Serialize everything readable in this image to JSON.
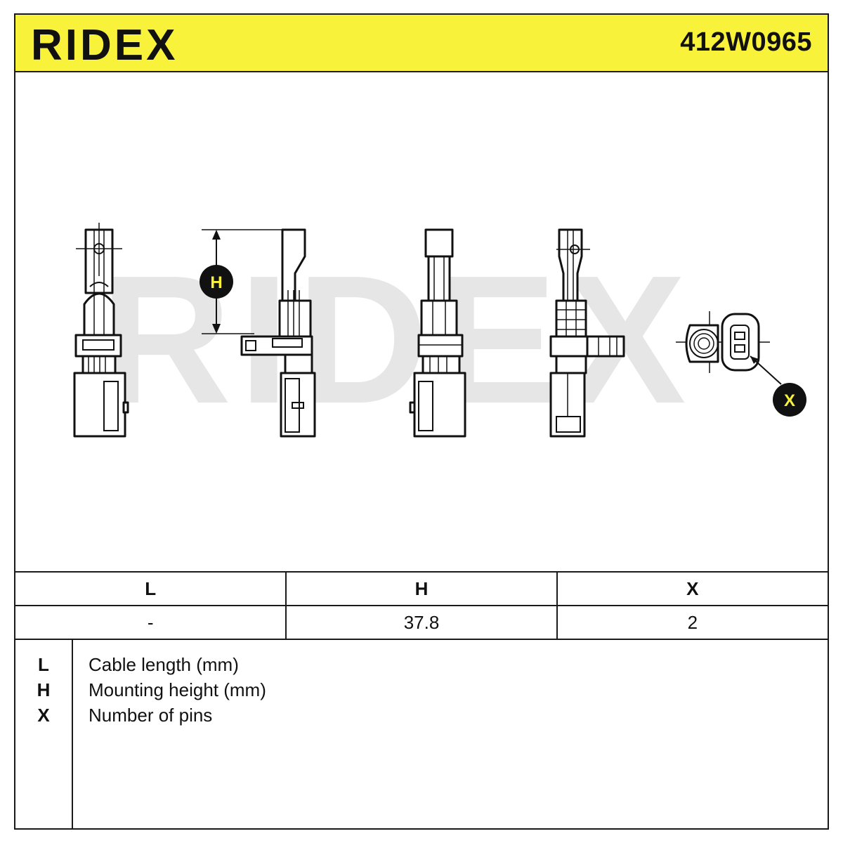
{
  "header": {
    "brand": "RIDEX",
    "part_number": "412W0965",
    "background_color": "#f9f23a"
  },
  "drawing": {
    "watermark": "RIDEX",
    "callouts": {
      "h_label": "H",
      "x_label": "X"
    }
  },
  "spec_table": {
    "columns": [
      "L",
      "H",
      "X"
    ],
    "values": [
      "-",
      "37.8",
      "2"
    ]
  },
  "legend": [
    {
      "key": "L",
      "text": "Cable length (mm)"
    },
    {
      "key": "H",
      "text": "Mounting height (mm)"
    },
    {
      "key": "X",
      "text": "Number of pins"
    }
  ]
}
